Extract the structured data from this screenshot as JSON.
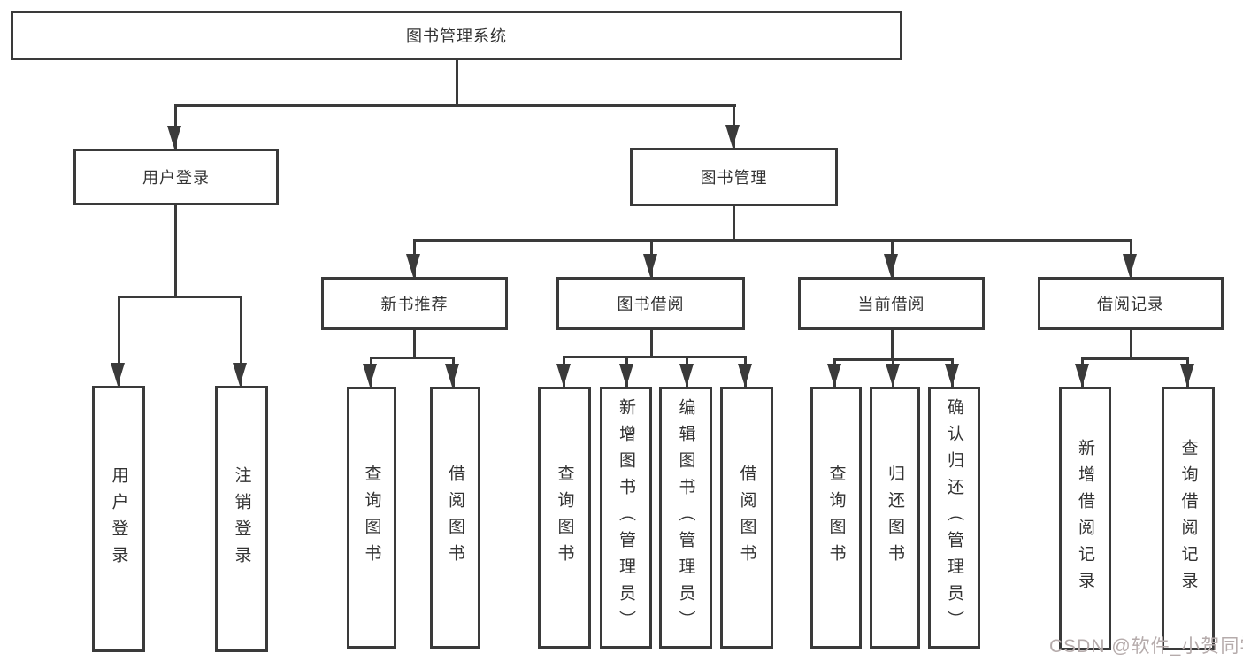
{
  "nodes": {
    "root": "图书管理系统",
    "userLogin": "用户登录",
    "bookMgmt": "图书管理",
    "newBooks": "新书推荐",
    "bookBorrow": "图书借阅",
    "currentBorrow": "当前借阅",
    "borrowRecords": "借阅记录"
  },
  "leaves": {
    "userLogin": [
      "用户登录",
      "注销登录"
    ],
    "newBooks": [
      "查询图书",
      "借阅图书"
    ],
    "bookBorrow": [
      "查询图书",
      "新增图书（管理员）",
      "编辑图书（管理员）",
      "借阅图书"
    ],
    "currentBorrow": [
      "查询图书",
      "归还图书",
      "确认归还（管理员）"
    ],
    "borrowRecords": [
      "新增借阅记录",
      "查询借阅记录"
    ]
  },
  "watermark": "CSDN @软件_小贺同学",
  "colors": {
    "line": "#3a3a3a",
    "text": "#333333",
    "watermark": "#b5abab",
    "background": "#ffffff"
  }
}
